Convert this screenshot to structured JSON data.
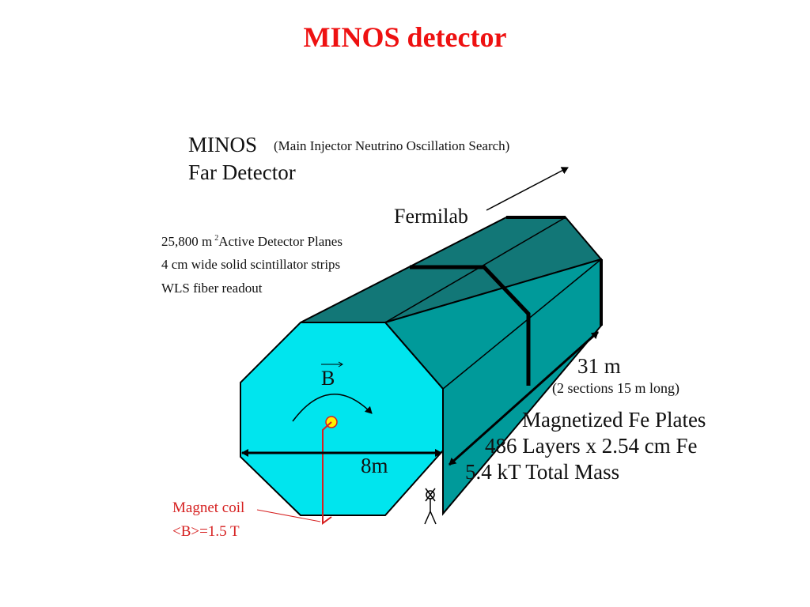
{
  "title": "MINOS detector",
  "colors": {
    "title": "#ee1111",
    "front_face": "#00e5ee",
    "side_face": "#009a9a",
    "top_face": "#127777",
    "coil": "#d62020",
    "outline": "#000000"
  },
  "heading": {
    "name": "MINOS",
    "full_name": "(Main Injector Neutrino Oscillation Search)",
    "subtitle": "Far Detector"
  },
  "arrow_label": "Fermilab",
  "specs": {
    "planes_prefix": "25,800 m",
    "planes_sup": "2",
    "planes_suffix": "Active Detector Planes",
    "strips": "4 cm wide solid scintillator strips",
    "readout": "WLS fiber readout"
  },
  "field": {
    "symbol": "B"
  },
  "dimensions": {
    "width": "8m",
    "length": "31 m",
    "length_note": "(2 sections 15 m long)"
  },
  "plates": {
    "line1": "Magnetized Fe Plates",
    "line2": "486 Layers x 2.54 cm Fe",
    "line3": "5.4 kT Total Mass"
  },
  "coil": {
    "label": "Magnet coil",
    "field_strength": "<B>=1.5 T"
  },
  "icons": {
    "person": "person-icon",
    "field_arrow": "curved-arrow-icon"
  }
}
